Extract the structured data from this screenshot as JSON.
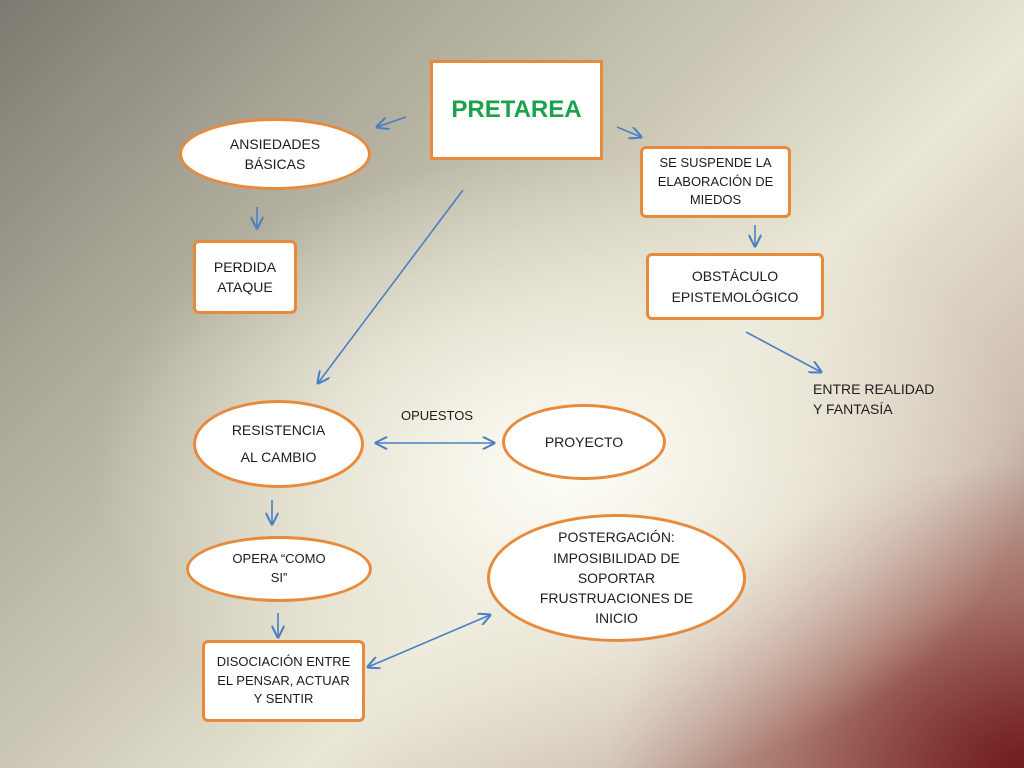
{
  "title": "PRETAREA",
  "nodes": {
    "ansiedades": "ANSIEDADES\nBÁSICAS",
    "perdida": "PERDIDA\nATAQUE",
    "suspende": "SE SUSPENDE LA\nELABORACIÓN DE\nMIEDOS",
    "obstaculo": "OBSTÁCULO\nEPISTEMOLÓGICO",
    "entre_realidad": "ENTRE REALIDAD\nY FANTASÍA",
    "resistencia": "RESISTENCIA\nAL CAMBIO",
    "proyecto": "PROYECTO",
    "opuestos": "OPUESTOS",
    "opera": "OPERA  “COMO\nSI”",
    "postergacion": "POSTERGACIÓN:\nIMPOSIBILIDAD DE\nSOPORTAR\nFRUSTRUACIONES DE\nINICIO",
    "disociacion": "DISOCIACIÓN ENTRE\nEL PENSAR, ACTUAR\nY SENTIR"
  },
  "colors": {
    "node_border": "#e88a3c",
    "title_text": "#1aa34a",
    "arrow": "#4a7fc4"
  }
}
